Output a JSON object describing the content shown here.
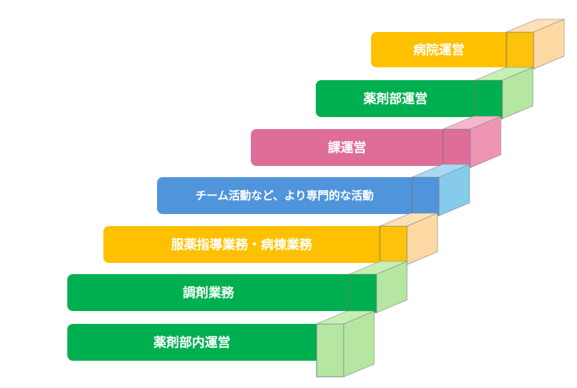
{
  "steps": [
    {
      "label": "病院運営",
      "bar": "#FFC000",
      "cube_top": "#FDE0B5",
      "cube_front": "#FDC20A",
      "cube_side": "#FCD9A3"
    },
    {
      "label": "薬剤部運営",
      "bar": "#00B050",
      "cube_top": "#C6EFB4",
      "cube_front": "#00B050",
      "cube_side": "#B5E6A2"
    },
    {
      "label": "課運営",
      "bar": "#DE6E99",
      "cube_top": "#F4B7CC",
      "cube_front": "#DE6E99",
      "cube_side": "#EE95B4"
    },
    {
      "label": "チーム活動など、より専門的な活動",
      "bar": "#5095DC",
      "cube_top": "#A9D8F3",
      "cube_front": "#5095DC",
      "cube_side": "#86CBEB"
    },
    {
      "label": "服薬指導業務・病棟業務",
      "bar": "#FFC000",
      "cube_top": "#FDE0B5",
      "cube_front": "#FDC20A",
      "cube_side": "#FCD9A3"
    },
    {
      "label": "調剤業務",
      "bar": "#00B050",
      "cube_top": "#C6EFB4",
      "cube_front": "#00B050",
      "cube_side": "#B5E6A2"
    },
    {
      "label": "薬剤部内運営",
      "bar": "#00B050",
      "cube_top": "#C6EFB4",
      "cube_front": "#B5E6A2",
      "cube_side": "#B5E6A2"
    }
  ]
}
